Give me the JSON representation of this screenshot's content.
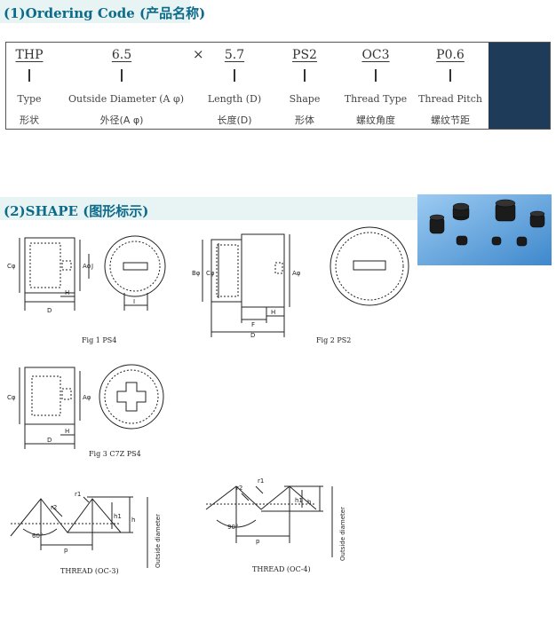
{
  "sections": {
    "ordering_title": "(1)Ordering Code (产品名称)",
    "shape_title": "(2)SHAPE (图形标示)"
  },
  "ordering": {
    "times_symbol": "×",
    "columns": [
      {
        "value": "THP",
        "en": "Type",
        "cn": "形状"
      },
      {
        "value": "6.5",
        "en": "Outside Diameter (A φ)",
        "cn": "外径(A φ)"
      },
      {
        "value": "5.7",
        "en": "Length (D)",
        "cn": "长度(D)"
      },
      {
        "value": "PS2",
        "en": "Shape",
        "cn": "形体"
      },
      {
        "value": "OC3",
        "en": "Thread Type",
        "cn": "螺纹角度"
      },
      {
        "value": "P0.6",
        "en": "Thread Pitch",
        "cn": "螺纹节距"
      }
    ]
  },
  "figures": {
    "fig1_caption": "Fig 1 PS4",
    "fig2_caption": "Fig 2 PS2",
    "fig3_caption": "Fig 3 C7Z PS4",
    "thread1_caption": "THREAD (OC-3)",
    "thread2_caption": "THREAD (OC-4)",
    "angle1": "60°",
    "angle2": "90°",
    "outside_diameter": "Outside diameter",
    "dims": {
      "c": "Cφ",
      "a": "Aφ",
      "b": "Bφ",
      "d": "D",
      "h": "H",
      "f": "F",
      "j": "J",
      "i": "I",
      "p": "p",
      "r1": "r1",
      "r2": "r2",
      "h1": "h1",
      "hh": "h"
    }
  },
  "colors": {
    "section_title": "#0c6b8a",
    "section_bar": "#e8f3f3",
    "code_dark_panel": "#1e3b59",
    "photo_bg": "#5aa0d8"
  }
}
